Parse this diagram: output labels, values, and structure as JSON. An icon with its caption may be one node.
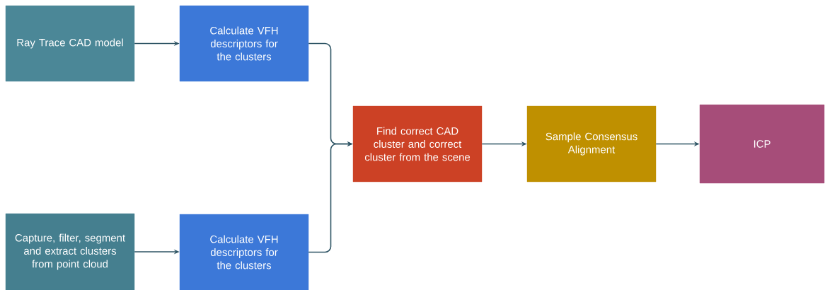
{
  "diagram": {
    "nodes": [
      {
        "text": [
          "Ray Trace CAD model"
        ]
      },
      {
        "text": [
          "Calculate VFH descriptors for the clusters"
        ]
      },
      {
        "text": [
          "Capture, filter, segment and extract clusters from point cloud"
        ]
      },
      {
        "text": [
          "Calculate VFH descriptors for the clusters"
        ]
      },
      {
        "text": [
          "Find correct CAD cluster and correct cluster from the scene"
        ]
      },
      {
        "text": [
          "Sample Consensus Alignment"
        ]
      },
      {
        "text": [
          "ICP"
        ]
      }
    ],
    "edges": [
      {
        "from": 0,
        "to": 1,
        "arrow": "to"
      },
      {
        "from": 2,
        "to": 3,
        "arrow": "to"
      },
      {
        "from": 1,
        "to": 4,
        "arrow": "to"
      },
      {
        "from": 3,
        "to": 4,
        "arrow": "to"
      },
      {
        "from": 4,
        "to": 5,
        "arrow": "to"
      },
      {
        "from": 5,
        "to": 6,
        "arrow": "to"
      }
    ]
  }
}
